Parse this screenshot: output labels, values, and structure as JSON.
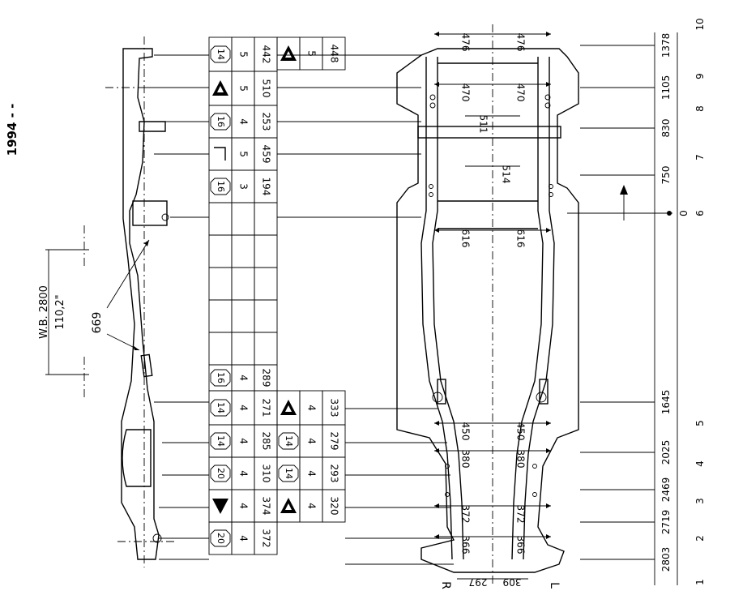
{
  "year": "1994 - -",
  "wheelbase": {
    "mm": "W.B. 2800",
    "inch": "110,2\""
  },
  "callout": "669",
  "side_labels": {
    "right": "R",
    "left": "L"
  },
  "bottom_dims": [
    "297",
    "309"
  ],
  "stations": [
    {
      "point": "10",
      "dist": "1378"
    },
    {
      "point": "9",
      "dist": "1105"
    },
    {
      "point": "8",
      "dist": "830"
    },
    {
      "point": "7",
      "dist": "750"
    },
    {
      "point": "6",
      "dist": "0"
    },
    {
      "point": "5",
      "dist": "1645"
    },
    {
      "point": "4",
      "dist": "2025"
    },
    {
      "point": "3",
      "dist": "2469"
    },
    {
      "point": "2",
      "dist": "2719"
    },
    {
      "point": "1",
      "dist": "2803"
    }
  ],
  "station_zero": "0",
  "widths": [
    {
      "row": "10",
      "left": "476",
      "right": "476"
    },
    {
      "row": "9",
      "left": "470",
      "right": "470"
    },
    {
      "row": "8",
      "center": "511"
    },
    {
      "row": "7",
      "center": "514"
    },
    {
      "row": "6",
      "left": "616",
      "right": "616"
    },
    {
      "row": "5",
      "left": "450",
      "right": "450"
    },
    {
      "row": "4",
      "left": "380",
      "right": "380"
    },
    {
      "row": "3",
      "left": "372",
      "right": "372"
    },
    {
      "row": "2",
      "left": "366",
      "right": "366"
    }
  ],
  "table1": [
    {
      "symbol": "14",
      "a": "5",
      "b": "442"
    },
    {
      "symbol": "triangle",
      "a": "5",
      "b": "510"
    },
    {
      "symbol": "16",
      "a": "4",
      "b": "253"
    },
    {
      "symbol": "bracket",
      "a": "5",
      "b": "459"
    },
    {
      "symbol": "16",
      "a": "3",
      "b": "194"
    },
    {
      "symbol": "",
      "a": "",
      "b": ""
    },
    {
      "symbol": "",
      "a": "",
      "b": ""
    },
    {
      "symbol": "",
      "a": "",
      "b": ""
    },
    {
      "symbol": "",
      "a": "",
      "b": ""
    },
    {
      "symbol": "",
      "a": "",
      "b": ""
    },
    {
      "symbol": "16",
      "a": "4",
      "b": "289"
    },
    {
      "symbol": "14",
      "a": "4",
      "b": "271"
    },
    {
      "symbol": "14",
      "a": "4",
      "b": "285"
    },
    {
      "symbol": "20",
      "a": "4",
      "b": "310"
    },
    {
      "symbol": "triangle-down",
      "a": "4",
      "b": "374"
    },
    {
      "symbol": "20",
      "a": "4",
      "b": "372"
    }
  ],
  "table2": [
    {
      "symbol": "triangle",
      "a": "5",
      "b": "448"
    }
  ],
  "table3": [
    {
      "symbol": "triangle",
      "a": "4",
      "b": "333"
    },
    {
      "symbol": "14",
      "a": "4",
      "b": "279"
    },
    {
      "symbol": "14",
      "a": "4",
      "b": "293"
    },
    {
      "symbol": "triangle",
      "a": "4",
      "b": "320"
    }
  ]
}
